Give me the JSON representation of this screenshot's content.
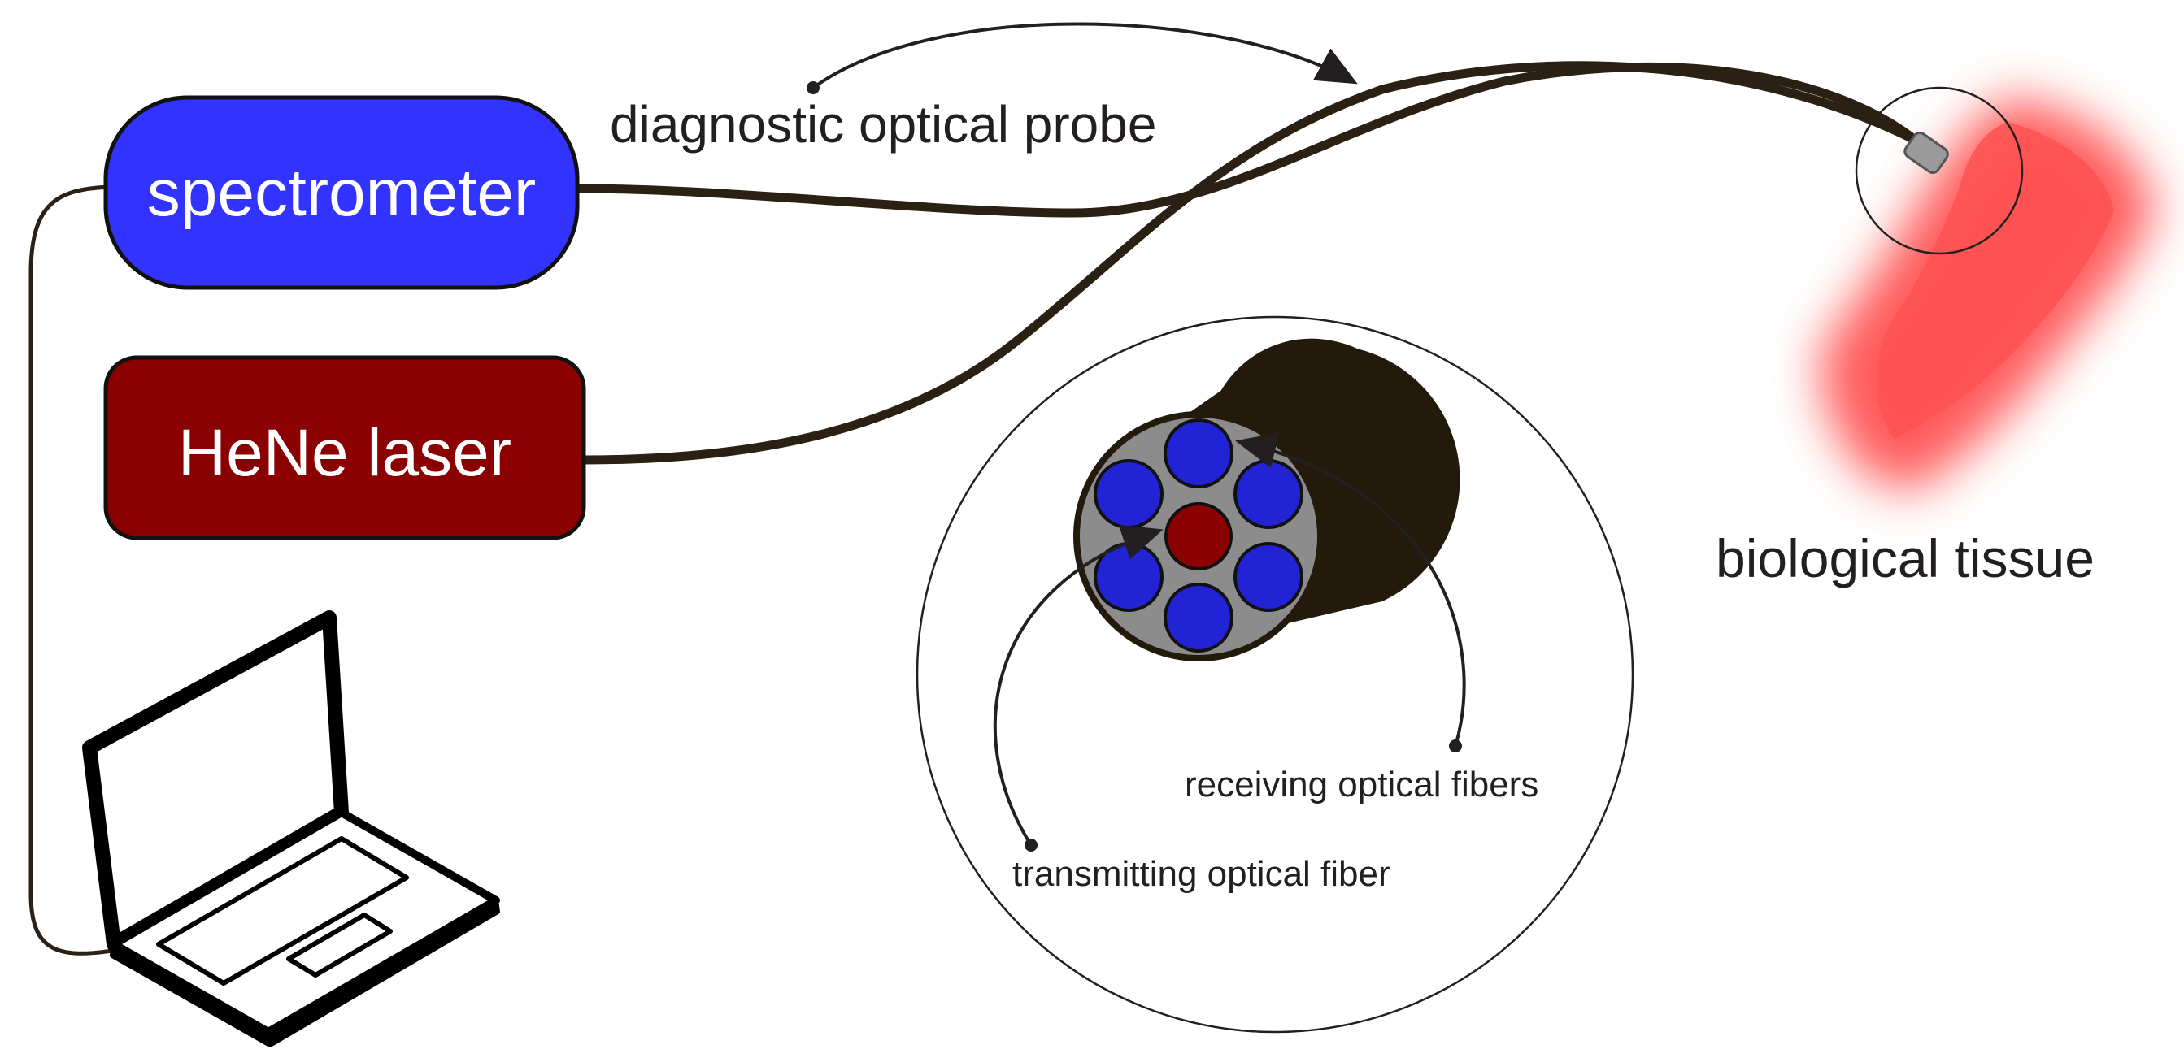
{
  "labels": {
    "spectrometer": "spectrometer",
    "laser": "HeNe laser",
    "probe": "diagnostic optical probe",
    "tissue": "biological tissue",
    "receiving": "receiving optical fibers",
    "transmitting": "transmitting optical fiber"
  },
  "icons": {
    "computer": "laptop-icon",
    "probe_tip": "probe-tip-icon"
  },
  "colors": {
    "spectrometer_fill": "#3333ff",
    "laser_fill": "#8b0000",
    "cable": "#2a2014",
    "tissue": "#ff5c5c",
    "fiber_receiving": "#2323d6",
    "fiber_transmitting": "#8b0000",
    "probe_body": "#231a0c",
    "probe_face": "#8c8c8c",
    "text": "#231f20"
  }
}
